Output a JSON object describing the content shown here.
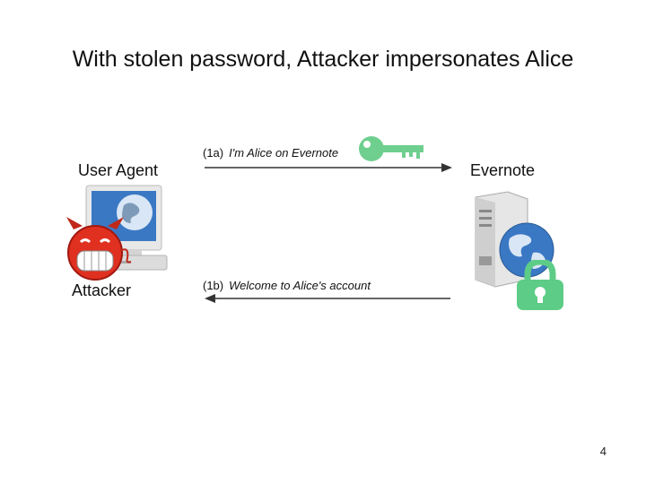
{
  "slide": {
    "title": "With stolen password, Attacker impersonates Alice",
    "page_number": "4"
  },
  "left": {
    "user_agent_label": "User Agent",
    "attacker_label": "Attacker"
  },
  "right": {
    "server_label": "Evernote"
  },
  "steps": [
    {
      "num": "(1a)",
      "message": "I'm Alice on Evernote",
      "direction": "right"
    },
    {
      "num": "(1b)",
      "message": "Welcome to Alice's account",
      "direction": "left"
    }
  ],
  "icons": {
    "key": "key-icon",
    "computer": "computer-icon",
    "devil": "devil-icon",
    "server": "server-icon",
    "globe": "globe-icon",
    "lock": "lock-icon"
  },
  "colors": {
    "key_green": "#6fcf8f",
    "lock_green": "#5dcc86",
    "devil_red": "#e03020"
  }
}
